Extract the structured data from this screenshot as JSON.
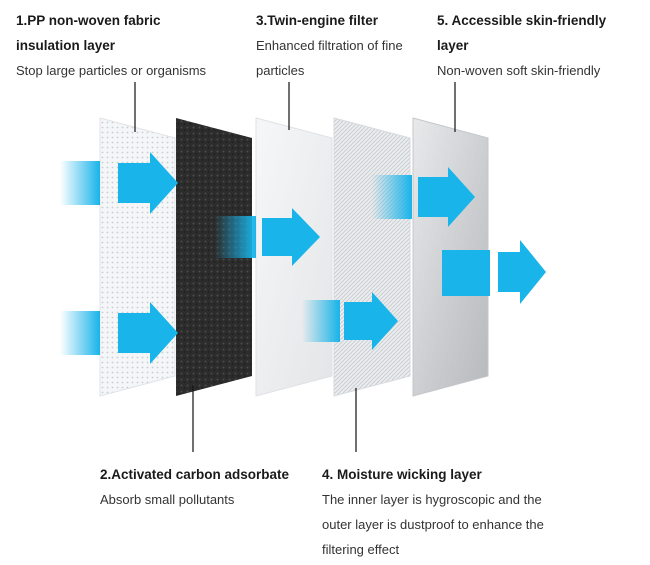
{
  "layers": [
    {
      "id": "layer-1",
      "title_lines": [
        "1.PP non-woven fabric",
        "insulation layer"
      ],
      "desc_lines": [
        "Stop large particles or organisms"
      ]
    },
    {
      "id": "layer-2",
      "title_lines": [
        "2.Activated carbon adsorbate"
      ],
      "desc_lines": [
        "Absorb small pollutants"
      ]
    },
    {
      "id": "layer-3",
      "title_lines": [
        "3.Twin-engine filter"
      ],
      "desc_lines": [
        "Enhanced filtration of fine",
        "particles"
      ]
    },
    {
      "id": "layer-4",
      "title_lines": [
        "4. Moisture wicking layer"
      ],
      "desc_lines": [
        "The inner layer is hygroscopic and the",
        "outer layer is dustproof to enhance the",
        "filtering effect"
      ]
    },
    {
      "id": "layer-5",
      "title_lines": [
        "5. Accessible skin-friendly",
        "layer"
      ],
      "desc_lines": [
        "Non-woven soft skin-friendly"
      ]
    }
  ],
  "colors": {
    "arrow": "#18b4ea",
    "carbon": "#2f2f2f",
    "leader_line": "#111111",
    "text": "#222222"
  }
}
